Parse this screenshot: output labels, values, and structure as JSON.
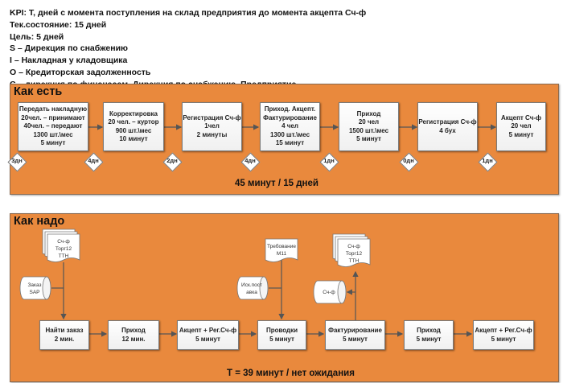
{
  "kpi": {
    "lines": [
      "KPI: T, дней с момента поступления на склад предприятия до момента акцепта Сч-ф",
      "Тек.состояние: 15 дней",
      "Цель: 5 дней",
      "S – Дирекция по снабжению",
      "I – Накладная у кладовщика",
      "O – Кредиторская задолженность",
      "C – дирекция по финанасам, Дирекция по снабжению, Предприятие"
    ]
  },
  "as_is": {
    "title": "Как есть",
    "steps": [
      {
        "lines": [
          "Передать накладную",
          "20чел. – принимают",
          "40чел. – передают",
          "1300 шт.\\мес",
          "5 минут"
        ]
      },
      {
        "lines": [
          "Корректировка",
          "20 чел. – куртор",
          "900 шт.\\мес",
          "10 минут"
        ]
      },
      {
        "lines": [
          "Регистрация Сч-ф",
          "1чел",
          "2 минуты"
        ]
      },
      {
        "lines": [
          "Приход. Акцепт.",
          "Фактурирование",
          "4 чел",
          "1300 шт.\\мес",
          "15 минут"
        ]
      },
      {
        "lines": [
          "Приход",
          "20 чел",
          "1500 шт.\\мес",
          "5 минут"
        ]
      },
      {
        "lines": [
          "Регистрация Сч-ф",
          "4 бух"
        ]
      },
      {
        "lines": [
          "Акцепт Сч-ф",
          "20 чел",
          "5 минут"
        ]
      }
    ],
    "waits": [
      "3дн",
      "4дн",
      "2дн",
      "4дн",
      "1дн",
      "0дн",
      "1дн"
    ],
    "total": "45 минут / 15 дней"
  },
  "to_be": {
    "title": "Как надо",
    "steps": [
      {
        "lines": [
          "Найти заказ",
          "2 мин."
        ]
      },
      {
        "lines": [
          "Приход",
          "12 мин."
        ]
      },
      {
        "lines": [
          "Акцепт + Рег.Сч-ф",
          "5 минут"
        ]
      },
      {
        "lines": [
          "Проводки",
          "5 минут"
        ]
      },
      {
        "lines": [
          "Фактурирование",
          "5 минут"
        ]
      },
      {
        "lines": [
          "Приход",
          "5 минут"
        ]
      },
      {
        "lines": [
          "Акцепт + Рег.Сч-ф",
          "5 минут"
        ]
      }
    ],
    "documents": [
      {
        "lines": [
          "Сч-ф",
          "Торг12",
          "ТТН"
        ],
        "type": "multi-document"
      },
      {
        "lines": [
          "Требование",
          "М11"
        ],
        "type": "document"
      },
      {
        "lines": [
          "Сч-ф",
          "Торг12",
          "ТТН"
        ],
        "type": "multi-document"
      }
    ],
    "databases": [
      {
        "lines": [
          "Заказ",
          "SAP"
        ]
      },
      {
        "lines": [
          "Иск.пост",
          "авка"
        ]
      },
      {
        "lines": [
          "Сч-ф"
        ]
      }
    ],
    "total": "T = 39 минут / нет ожидания"
  }
}
